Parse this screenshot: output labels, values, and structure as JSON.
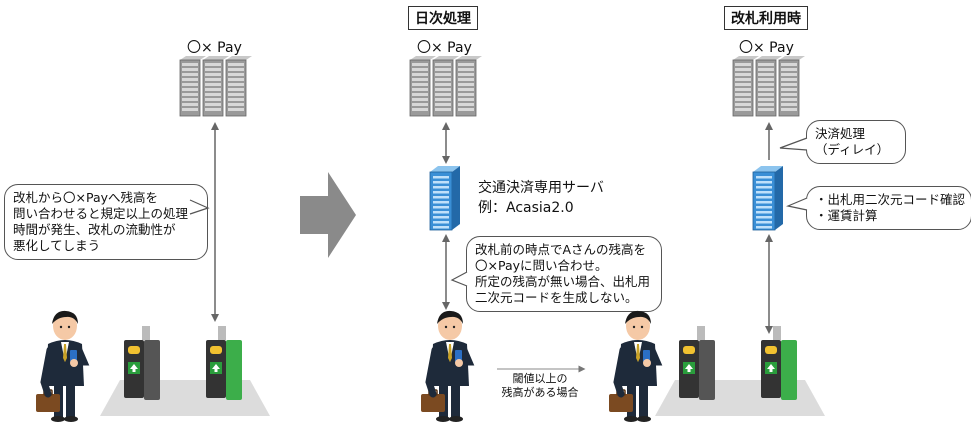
{
  "sections": {
    "daily": "日次処理",
    "gate_use": "改札利用時"
  },
  "servers": {
    "pay_label": "〇× Pay",
    "acasia_line1": "交通決済専用サーバ",
    "acasia_line2": "例：Acasia2.0"
  },
  "bubbles": {
    "left": [
      "改札から〇×Payへ残高を",
      "問い合わせると規定以上の処理",
      "時間が発生、改札の流動性が",
      "悪化してしまう"
    ],
    "middle": [
      "改札前の時点でAさんの残高を",
      "〇×Payに問い合わせ。",
      "所定の残高が無い場合、出札用",
      "二次元コードを生成しない。"
    ],
    "settlement": [
      "決済処理",
      "（ディレイ）"
    ],
    "gate_tasks": [
      "・出札用二次元コード確認",
      "・運賃計算"
    ]
  },
  "threshold_note": [
    "閾値以上の",
    "残高がある場合"
  ],
  "colors": {
    "server_gray": "#9a9a9a",
    "server_blue": "#3a8fd6",
    "gate_green": "#3cae4a",
    "floor_gray": "#dcdcdc",
    "big_arrow": "#8a8a8a",
    "suit": "#1e2a3a"
  }
}
